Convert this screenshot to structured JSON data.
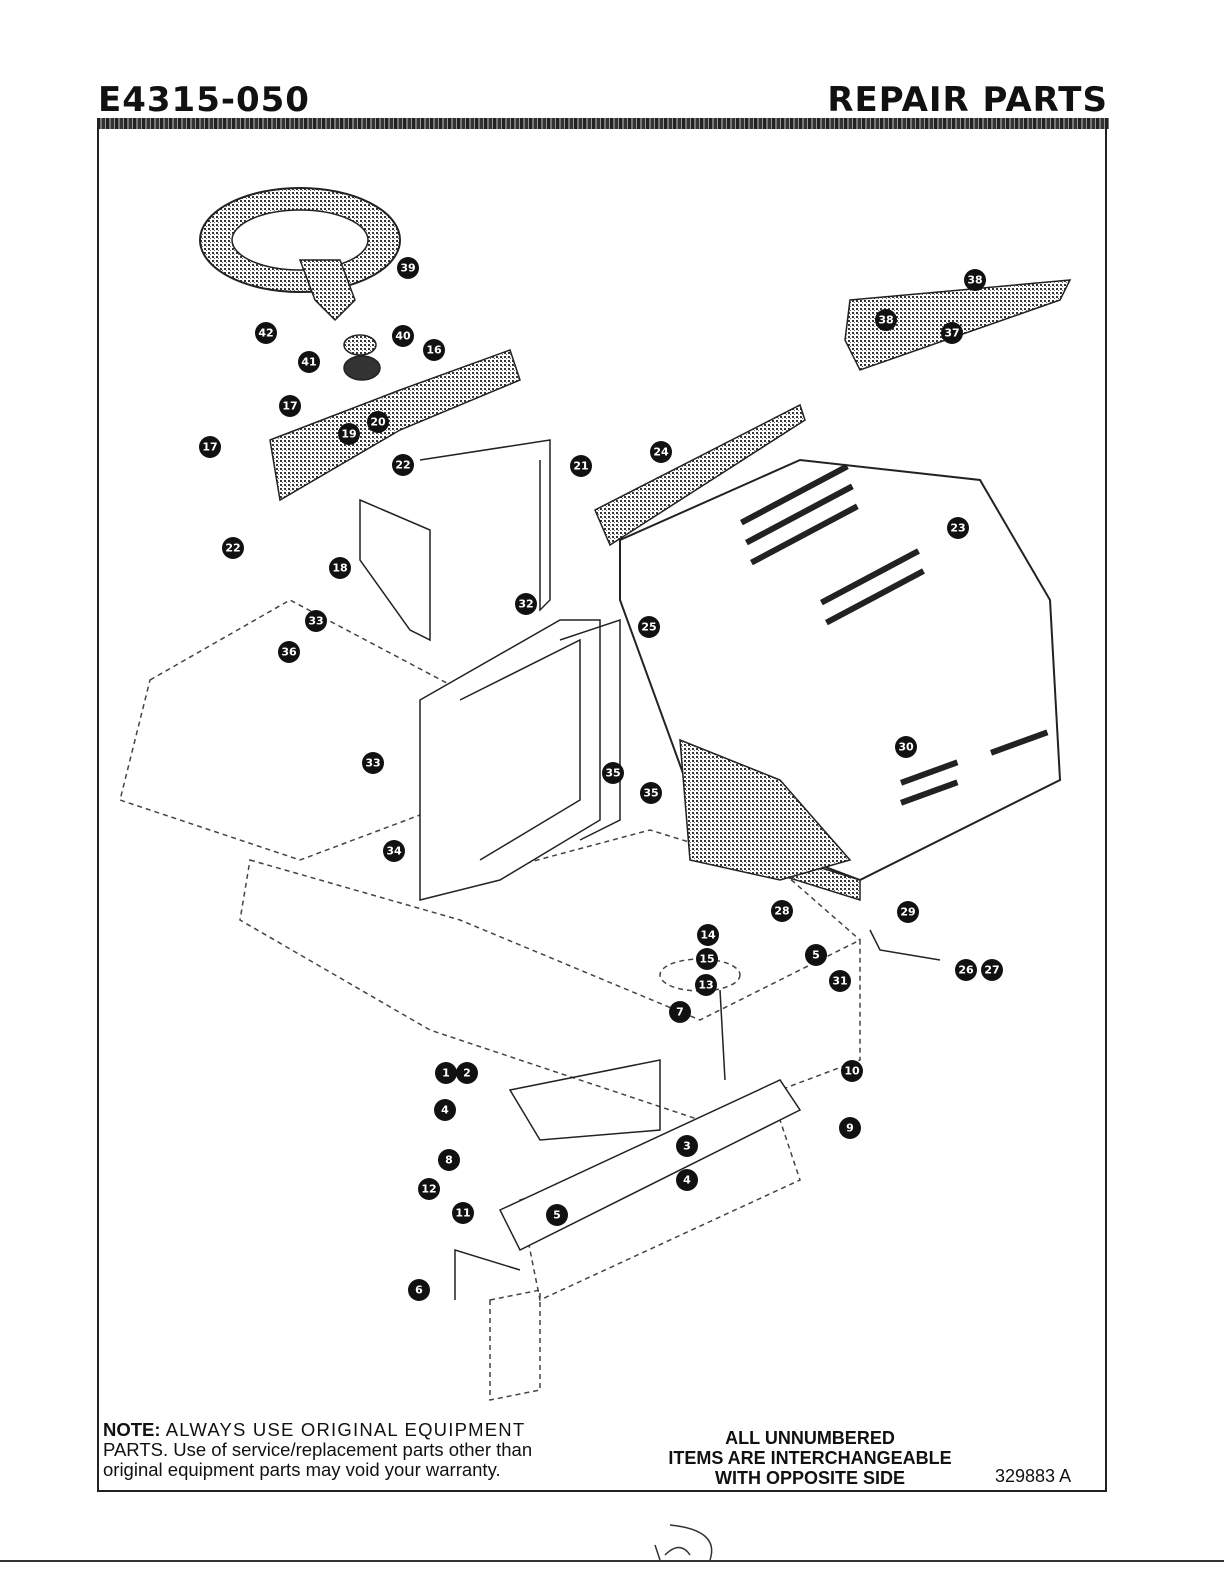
{
  "header": {
    "model": "E4315-050",
    "section": "REPAIR PARTS"
  },
  "callouts": [
    "39",
    "38",
    "38",
    "37",
    "42",
    "41",
    "40",
    "16",
    "17",
    "17",
    "19",
    "20",
    "22",
    "21",
    "24",
    "23",
    "22",
    "18",
    "33",
    "32",
    "25",
    "36",
    "33",
    "35",
    "35",
    "30",
    "34",
    "28",
    "29",
    "14",
    "15",
    "5",
    "13",
    "31",
    "26",
    "27",
    "7",
    "10",
    "1",
    "2",
    "4",
    "9",
    "3",
    "8",
    "4",
    "12",
    "11",
    "5",
    "6"
  ],
  "footer": {
    "note_label": "NOTE:",
    "note_caps": "ALWAYS USE ORIGINAL EQUIPMENT",
    "note_line2": "PARTS. Use of service/replacement parts other than",
    "note_line3": "original equipment parts may void your warranty.",
    "unnumbered_1": "ALL UNNUMBERED",
    "unnumbered_2": "ITEMS ARE INTERCHANGEABLE",
    "unnumbered_3": "WITH OPPOSITE SIDE",
    "part_number": "329883 A"
  }
}
